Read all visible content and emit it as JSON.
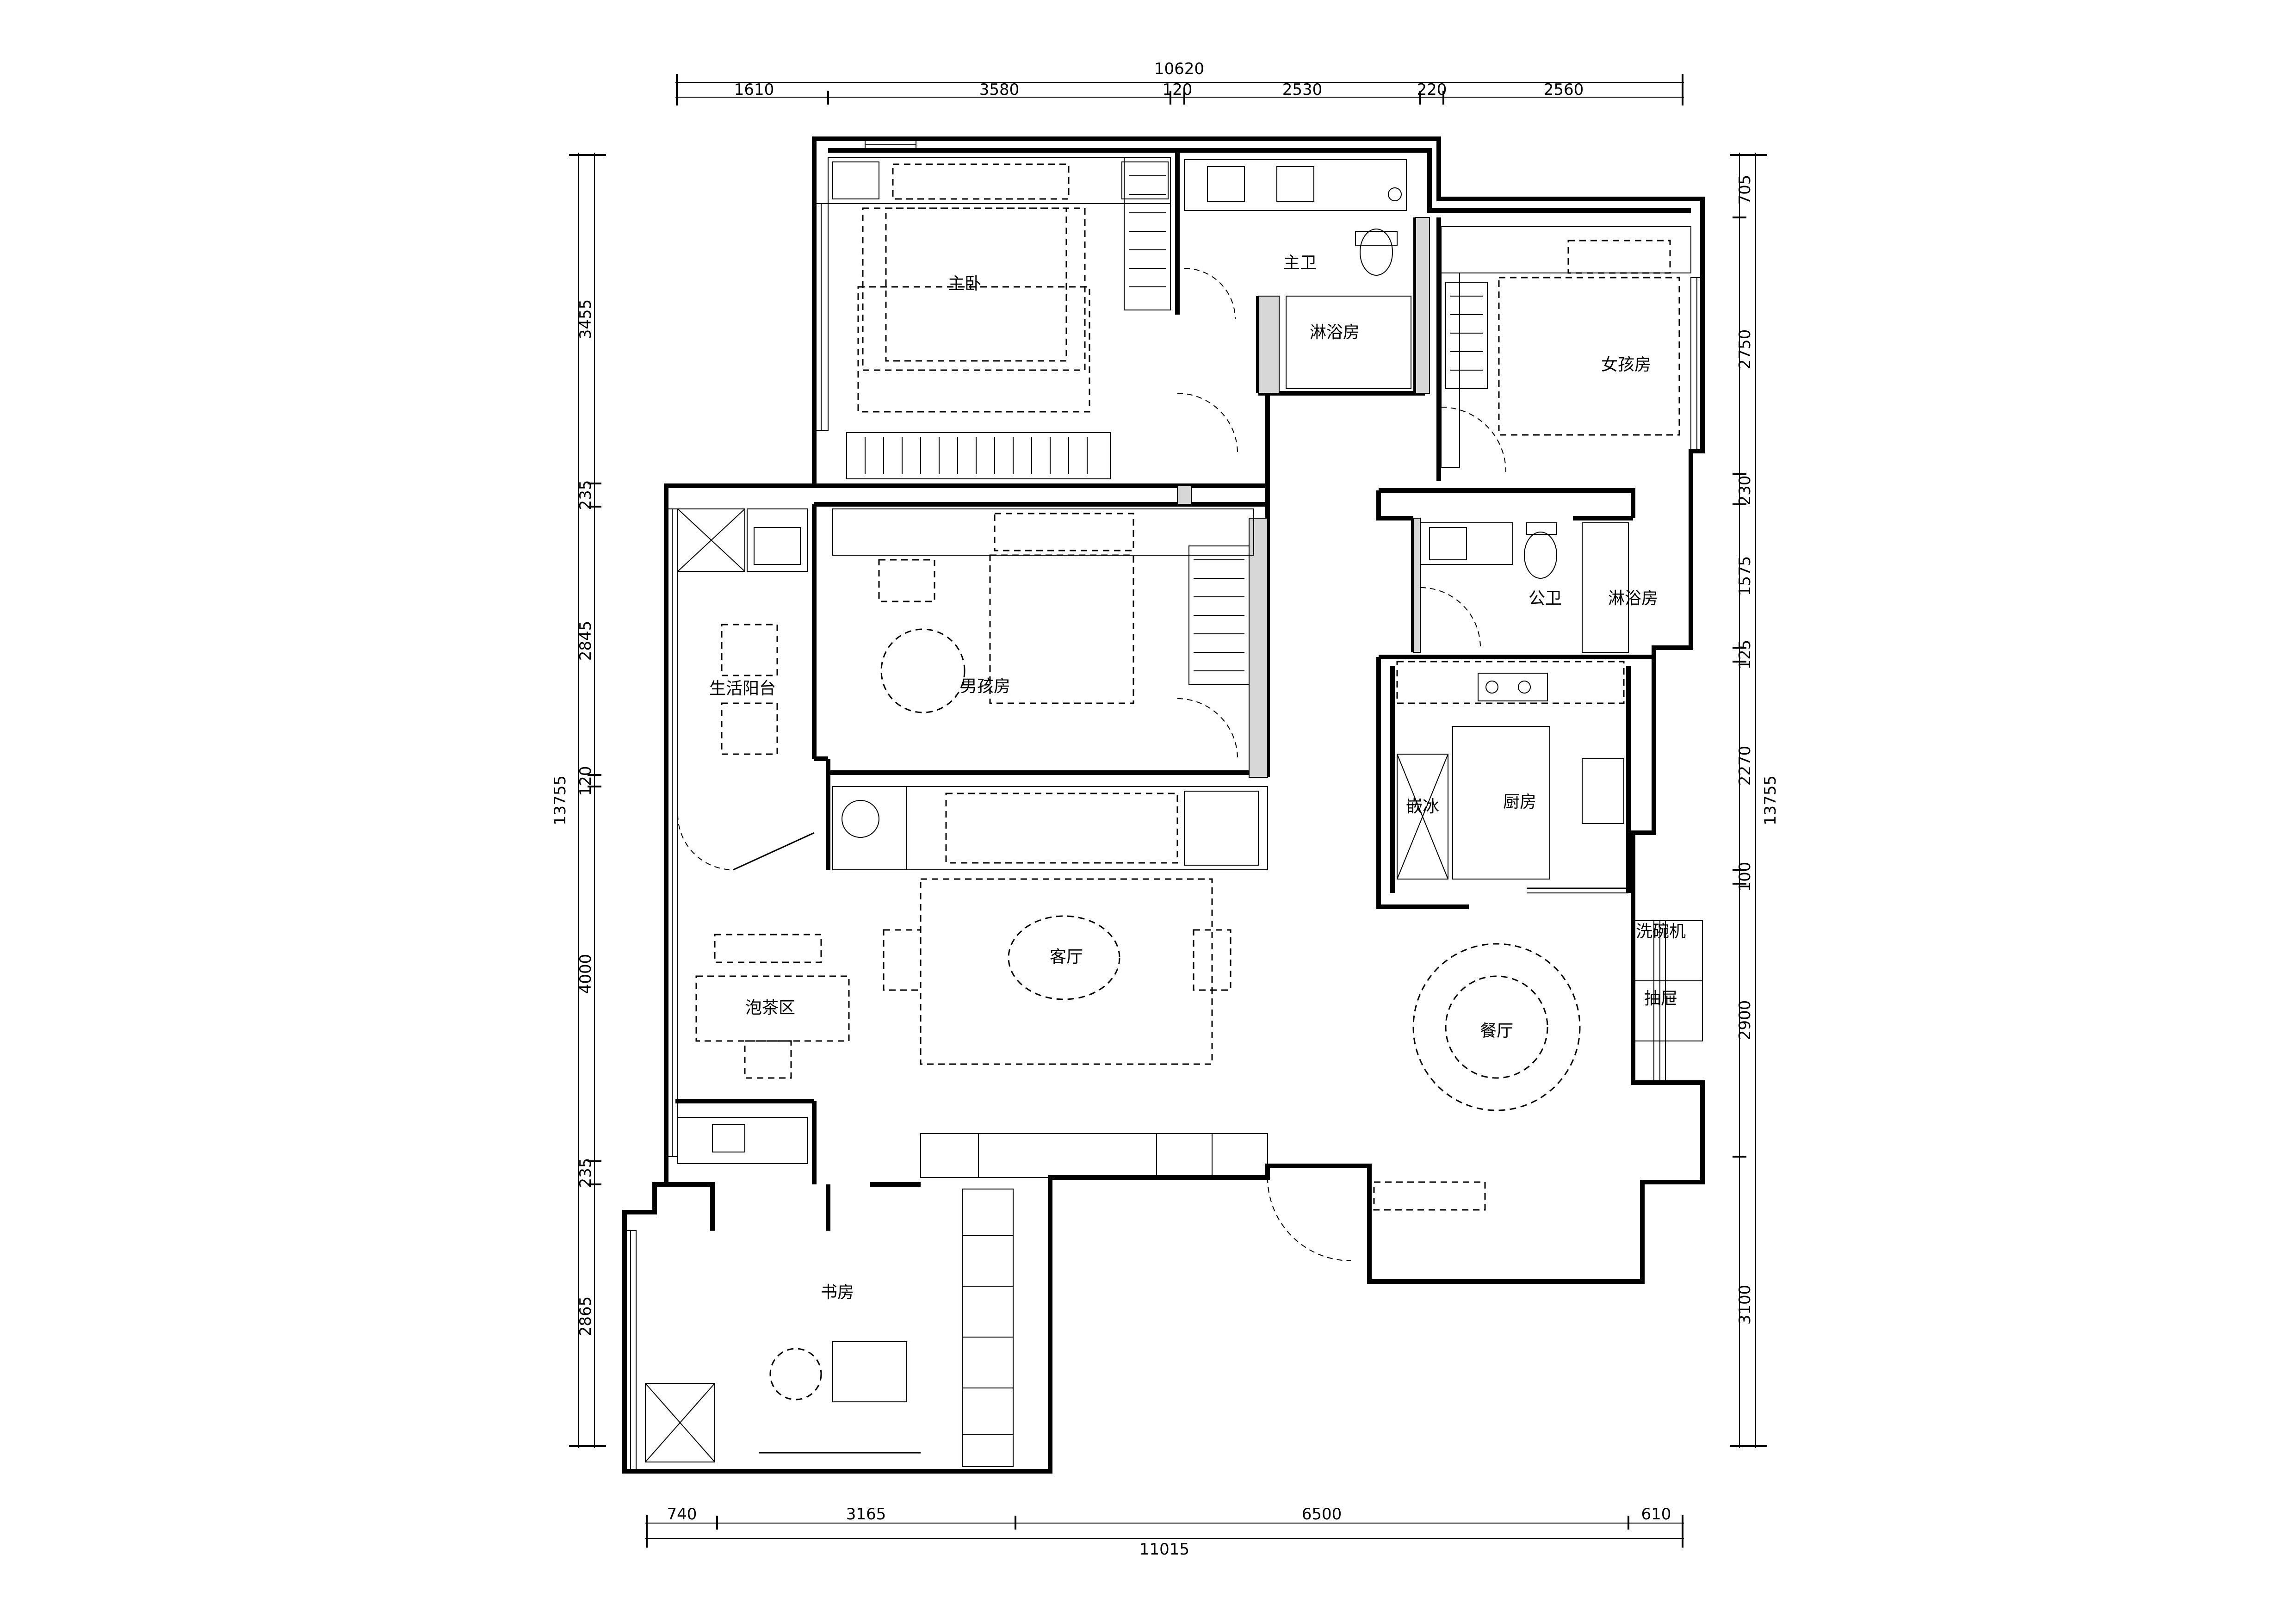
{
  "rooms": {
    "master_bedroom": "主卧",
    "master_bath": "主卫",
    "master_shower": "淋浴房",
    "girl_room": "女孩房",
    "boy_room": "男孩房",
    "public_bath": "公卫",
    "public_shower": "淋浴房",
    "utility_balcony": "生活阳台",
    "kitchen": "厨房",
    "fridge": "嵌冰",
    "living_room": "客厅",
    "dining_room": "餐厅",
    "tea_area": "泡茶区",
    "study": "书房",
    "dishwasher": "洗碗机",
    "drawer": "抽屉"
  },
  "dimensions": {
    "top_total": "10620",
    "top_segments": [
      "1610",
      "3580",
      "120",
      "2530",
      "220",
      "2560"
    ],
    "bottom_total": "11015",
    "bottom_segments": [
      "740",
      "3165",
      "6500",
      "610"
    ],
    "left_total": "13755",
    "left_segments": [
      "3455",
      "235",
      "2845",
      "120",
      "4000",
      "235",
      "2865"
    ],
    "right_total": "13755",
    "right_segments": [
      "705",
      "2750",
      "230",
      "1575",
      "125",
      "2270",
      "100",
      "2900",
      "3100"
    ]
  }
}
